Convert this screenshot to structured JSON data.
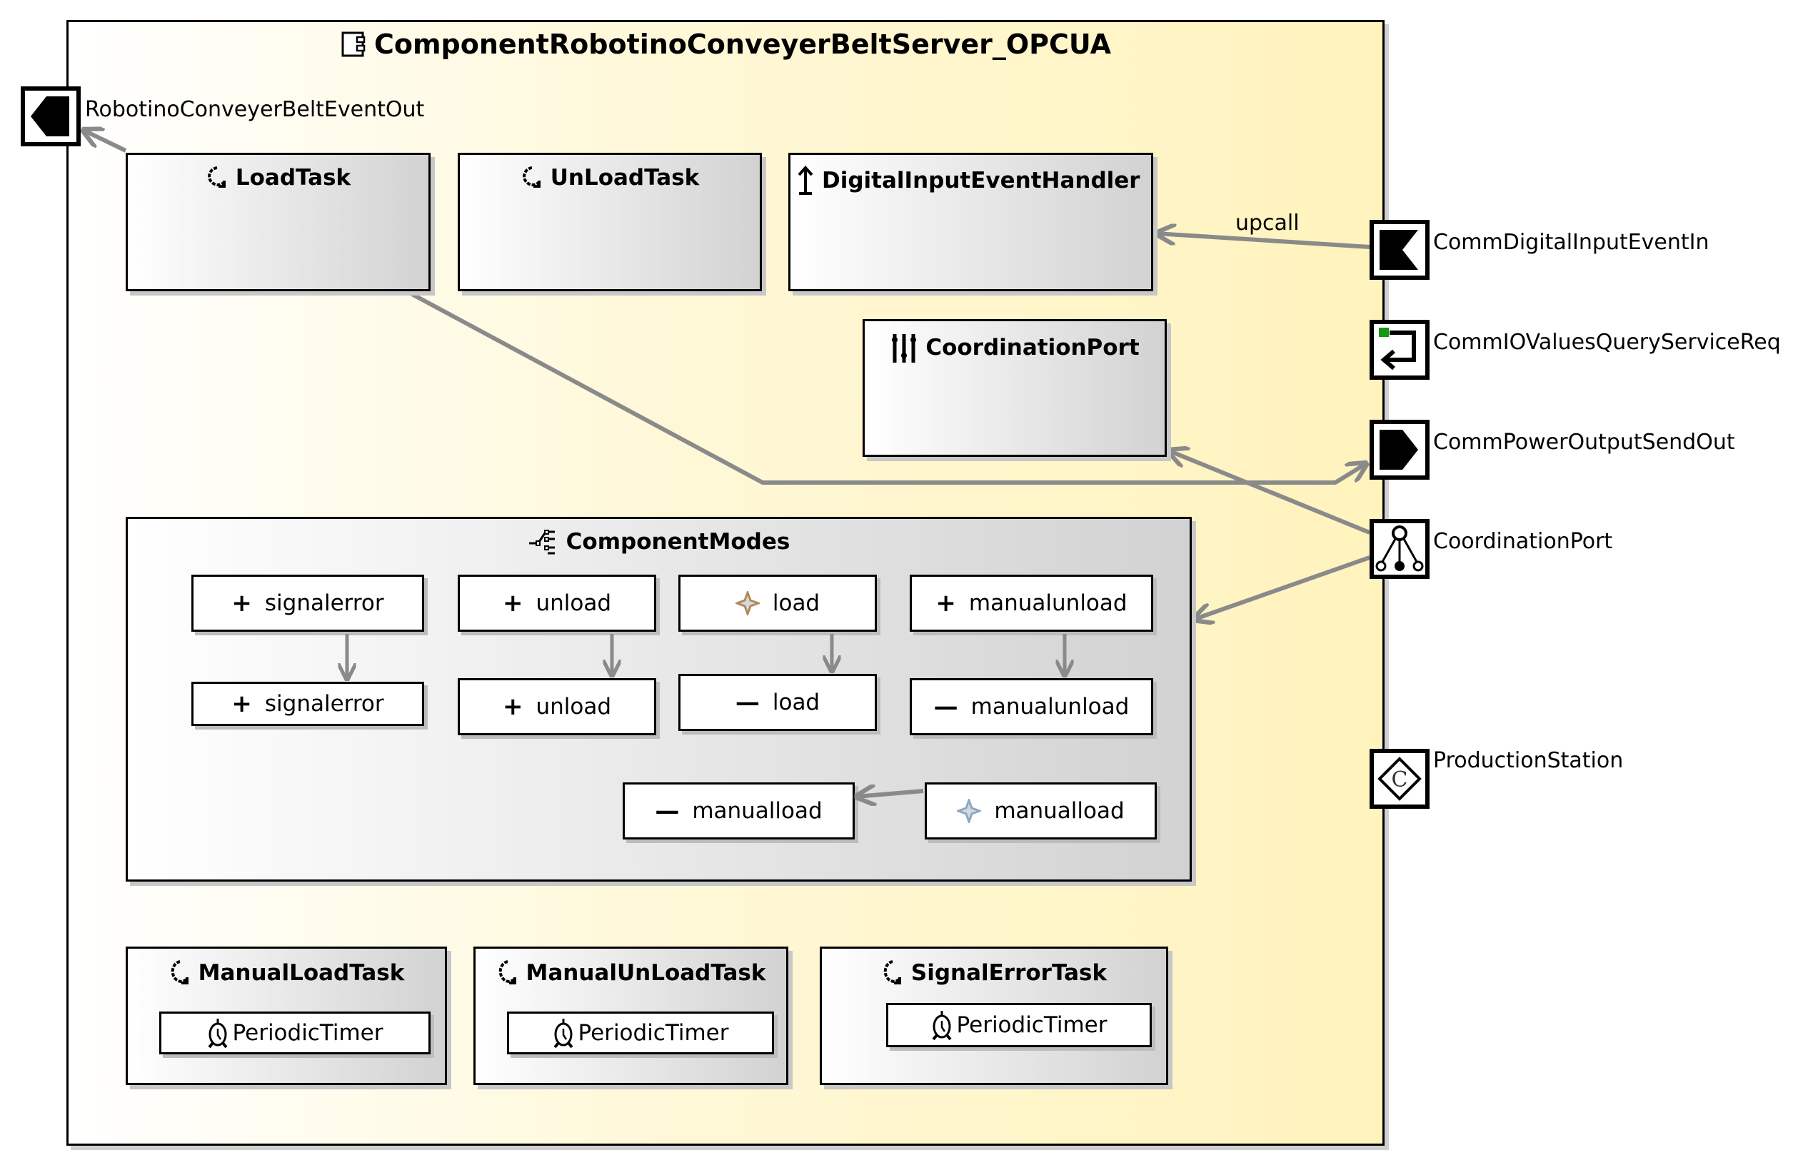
{
  "component": {
    "title": "ComponentRobotinoConveyerBeltServer_OPCUA",
    "icon": "component-icon"
  },
  "tasks_top": [
    {
      "name": "LoadTask",
      "icon": "task-cycle-icon"
    },
    {
      "name": "UnLoadTask",
      "icon": "task-cycle-icon"
    }
  ],
  "handler": {
    "name": "DigitalInputEventHandler",
    "icon": "upcall-handler-icon"
  },
  "coordination_inner": {
    "name": "CoordinationPort",
    "icon": "sliders-icon"
  },
  "modes": {
    "title": "ComponentModes",
    "icon": "mode-tree-icon",
    "items": [
      {
        "id": "m1",
        "symbol": "+",
        "label": "signalerror"
      },
      {
        "id": "m2",
        "symbol": "+",
        "label": "unload"
      },
      {
        "id": "m3",
        "symbol": "star-brown",
        "label": "load"
      },
      {
        "id": "m4",
        "symbol": "+",
        "label": "manualunload"
      },
      {
        "id": "m5",
        "symbol": "+",
        "label": "signalerror"
      },
      {
        "id": "m6",
        "symbol": "+",
        "label": "unload"
      },
      {
        "id": "m7",
        "symbol": "-",
        "label": "load"
      },
      {
        "id": "m8",
        "symbol": "-",
        "label": "manualunload"
      },
      {
        "id": "m9",
        "symbol": "-",
        "label": "manualload"
      },
      {
        "id": "m10",
        "symbol": "star-blue",
        "label": "manualload"
      }
    ]
  },
  "tasks_bottom": [
    {
      "name": "ManualLoadTask",
      "timer": "PeriodicTimer"
    },
    {
      "name": "ManualUnLoadTask",
      "timer": "PeriodicTimer"
    },
    {
      "name": "SignalErrorTask",
      "timer": "PeriodicTimer"
    }
  ],
  "ports": {
    "left": {
      "label": "RobotinoConveyerBeltEventOut",
      "icon": "event-out-icon"
    },
    "right": [
      {
        "label": "CommDigitalInputEventIn",
        "icon": "event-in-icon"
      },
      {
        "label": "CommIOValuesQueryServiceReq",
        "icon": "query-request-icon"
      },
      {
        "label": "CommPowerOutputSendOut",
        "icon": "send-out-icon"
      },
      {
        "label": "CoordinationPort",
        "icon": "coordination-port-icon"
      },
      {
        "label": "ProductionStation",
        "icon": "parameter-c-icon"
      }
    ]
  },
  "connections": {
    "upcall_label": "upcall"
  },
  "colors": {
    "connector": "#8a8a8a",
    "query_accent": "#119911",
    "star_brown": "#b08a5c",
    "star_blue": "#8aa8c8",
    "container_fill_end": "#fff3bd"
  }
}
